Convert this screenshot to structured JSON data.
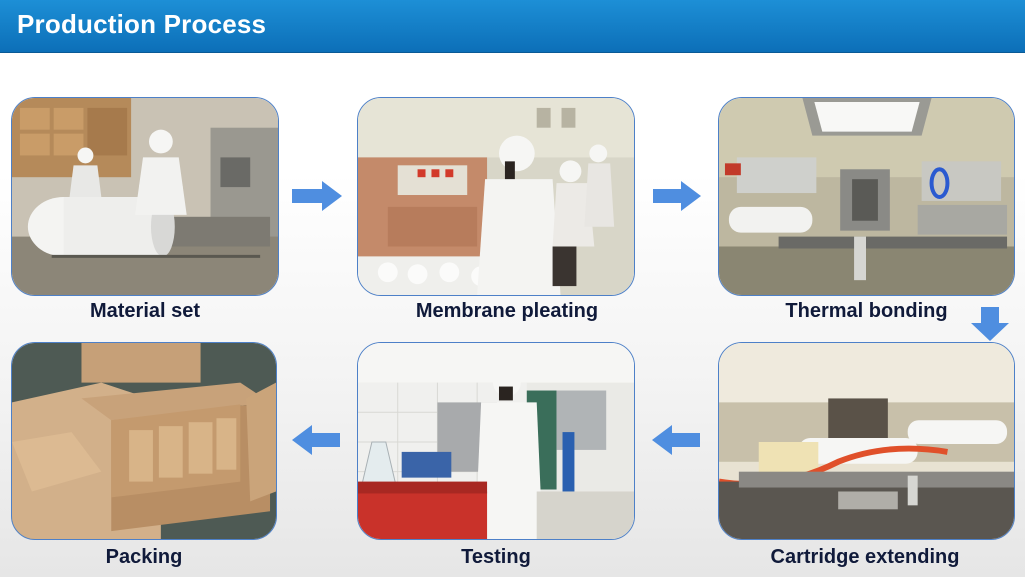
{
  "header": {
    "title": "Production Process"
  },
  "steps": [
    {
      "label": "Material set"
    },
    {
      "label": "Membrane pleating"
    },
    {
      "label": "Thermal bonding"
    },
    {
      "label": "Cartridge extending"
    },
    {
      "label": "Testing"
    },
    {
      "label": "Packing"
    }
  ],
  "colors": {
    "header": "#1a87cf",
    "arrow": "#4f8ee0",
    "frame": "#4d80c8",
    "caption": "#101a3a"
  }
}
